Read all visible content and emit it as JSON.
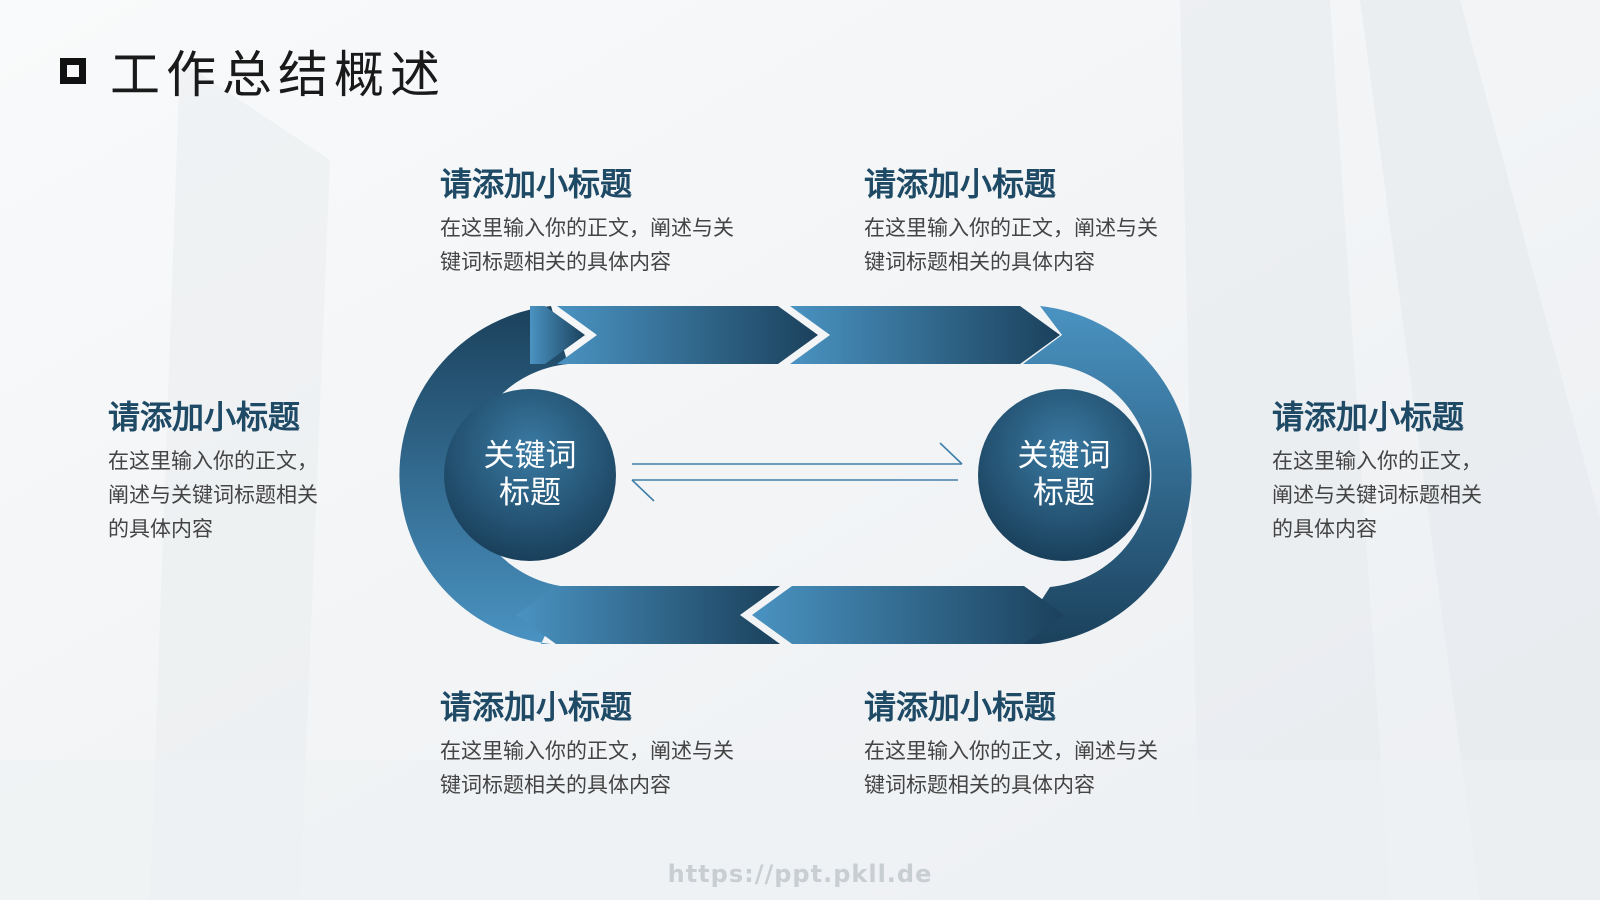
{
  "page": {
    "title": "工作总结概述",
    "footer_url": "https://ppt.pkll.de"
  },
  "colors": {
    "accent_dark": "#1d4763",
    "accent_light": "#3f89b8",
    "heading": "#1e4a66",
    "body_text": "#444444"
  },
  "icons": {
    "title_marker": "hollow-square-icon"
  },
  "diagram": {
    "center_left": {
      "line1": "关键词",
      "line2": "标题"
    },
    "center_right": {
      "line1": "关键词",
      "line2": "标题"
    },
    "blocks": [
      {
        "title": "请添加小标题",
        "body1": "在这里输入你的正文，阐述与关",
        "body2": "键词标题相关的具体内容"
      },
      {
        "title": "请添加小标题",
        "body1": "在这里输入你的正文，阐述与关",
        "body2": "键词标题相关的具体内容"
      },
      {
        "title": "请添加小标题",
        "body1": "在这里输入你的正文，",
        "body2": "阐述与关键词标题相关",
        "body3": "的具体内容"
      },
      {
        "title": "请添加小标题",
        "body1": "在这里输入你的正文，",
        "body2": "阐述与关键词标题相关",
        "body3": "的具体内容"
      },
      {
        "title": "请添加小标题",
        "body1": "在这里输入你的正文，阐述与关",
        "body2": "键词标题相关的具体内容"
      },
      {
        "title": "请添加小标题",
        "body1": "在这里输入你的正文，阐述与关",
        "body2": "键词标题相关的具体内容"
      }
    ]
  }
}
